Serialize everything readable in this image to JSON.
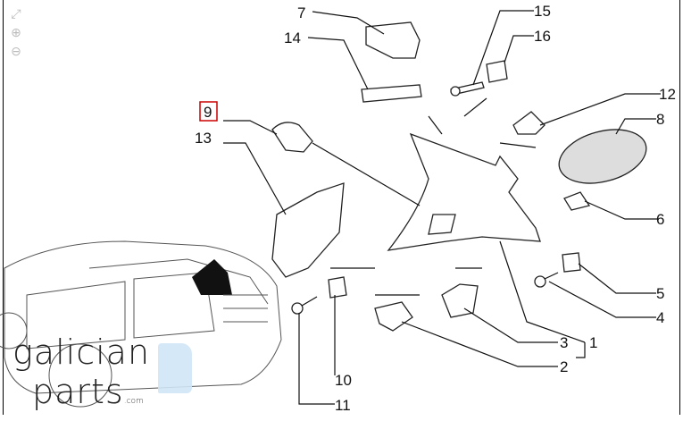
{
  "toolbar": {
    "fullscreen_icon": "expand-icon",
    "zoom_in_icon": "zoom-in-icon",
    "zoom_out_icon": "zoom-out-icon"
  },
  "callouts": [
    "7",
    "14",
    "15",
    "16",
    "12",
    "8",
    "6",
    "5",
    "4",
    "3",
    "1",
    "2",
    "10",
    "11",
    "9",
    "13"
  ],
  "highlighted_callout": "9",
  "highlight_color": "#cc0000",
  "logo": {
    "line1": "galician",
    "line2": "parts",
    "suffix": ".com",
    "accent": "#cfe5f7"
  }
}
